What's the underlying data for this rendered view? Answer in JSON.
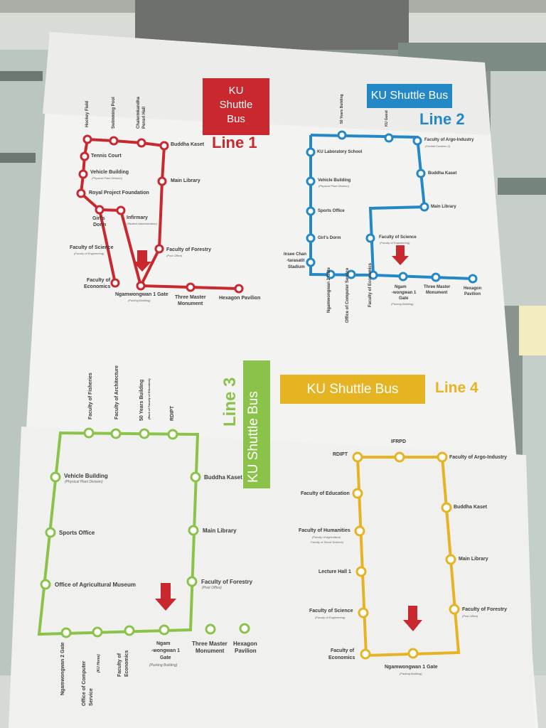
{
  "colors": {
    "line1": "#c8282e",
    "line2": "#2588c6",
    "line3": "#8bc34a",
    "line4": "#e6b422"
  },
  "line1": {
    "box": [
      "KU",
      "Shuttle",
      "Bus"
    ],
    "name": "Line 1",
    "stops": {
      "hockey": "Hockey Field",
      "swim": "Swimming Pool",
      "chalerm": "Chalermkandha",
      "pensri": "Pensri Hall",
      "buddha": "Buddha Kaset",
      "tennis": "Tennis Court",
      "vehicle": "Vehicle Building",
      "vehicle_sub": "(Physical Plant Division)",
      "mainlib": "Main Library",
      "royal": "Royal Project Foundation",
      "girls": "Girl's",
      "girls2": "Dorm",
      "infirm": "Infirmary",
      "infirm_sub": "(Student Administration)",
      "science": "Faculty of Science",
      "science_sub": "(Faculty of Engineering)",
      "forestry": "Faculty of Forestry",
      "forestry_sub": "(Post Office)",
      "econ": "Faculty of",
      "econ2": "Economics",
      "gate": "Ngamwongwan 1 Gate",
      "gate_sub": "(Parking Building)",
      "three": "Three Master",
      "three2": "Monument",
      "hexagon": "Hexagon Pavilion"
    }
  },
  "line2": {
    "title": "KU Shuttle Bus",
    "name": "Line 2",
    "stops": {
      "fifty": "50 Years Building",
      "kuguest": "KU Guest",
      "argo": "Faculty of Argo-Industry",
      "argo_sub": "(Central Canteen 2)",
      "lab": "KU Laboratory School",
      "buddha": "Buddha Kaset",
      "vehicle": "Vehicle Building",
      "vehicle_sub": "(Physical Plant Division)",
      "sports": "Sports Office",
      "mainlib": "Main Library",
      "girls": "Girl's Dorm",
      "science": "Faculty of Science",
      "science_sub": "(Faculty of Engineering)",
      "insee": "Insee Chan",
      "insee2": "-tarasatit",
      "insee3": "Stadium",
      "ngam2": "Ngamwongwan 2 Gate",
      "ocs": "Office of Computer Service",
      "econ": "Faculty of Economics",
      "gate": "Ngam",
      "gate2": "-wongwan 1",
      "gate3": "Gate",
      "gate_sub": "(Parking Building)",
      "three": "Three Master",
      "three2": "Monument",
      "hexagon": "Hexagon",
      "hexagon2": "Pavilion"
    }
  },
  "line3": {
    "title": "KU Shuttle Bus",
    "name": "Line 3",
    "stops": {
      "fish": "Faculty of Fisheries",
      "arch": "Faculty of Architecture",
      "fifty": "50 Years Building",
      "fifty_sub": "(Back of Faculty of Education)",
      "rdipt": "RDIPT",
      "vehicle": "Vehicle Building",
      "vehicle_sub": "(Physical Plant Division)",
      "buddha": "Buddha Kaset",
      "sports": "Sports Office",
      "mainlib": "Main Library",
      "agmus": "Office of Agricultural Museum",
      "forestry": "Faculty of Forestry",
      "forestry_sub": "(Post Office)",
      "ngam2": "Ngamwongwan 2 Gate",
      "ocs": "Office of Computer",
      "ocs2": "Service",
      "ocs_sub": "(KU Home)",
      "econ": "Faculty of",
      "econ2": "Economics",
      "gate": "Ngam",
      "gate2": "-wongwan 1",
      "gate3": "Gate",
      "gate_sub": "(Parking Building)",
      "three": "Three Master",
      "three2": "Monument",
      "hexagon": "Hexagon",
      "hexagon2": "Pavilion"
    }
  },
  "line4": {
    "title": "KU Shuttle Bus",
    "name": "Line 4",
    "stops": {
      "rdipt": "RDIPT",
      "ifrpd": "IFRPD",
      "argo": "Faculty of Argo-Industry",
      "edu": "Faculty of Education",
      "buddha": "Buddha Kaset",
      "hum": "Faculty of Humanities",
      "hum_sub": "(Faculty of Agricultural,",
      "hum_sub2": "Faculty of Social Science)",
      "mainlib": "Main Library",
      "lecture": "Lecture Hall 1",
      "science": "Faculty of Science",
      "science_sub": "(Faculty of Engineering)",
      "forestry": "Faculty of Forestry",
      "forestry_sub": "(Post Office)",
      "econ": "Faculty of",
      "econ2": "Economics",
      "gate": "Ngamwongwan 1 Gate",
      "gate_sub": "(Parking Building)"
    }
  }
}
